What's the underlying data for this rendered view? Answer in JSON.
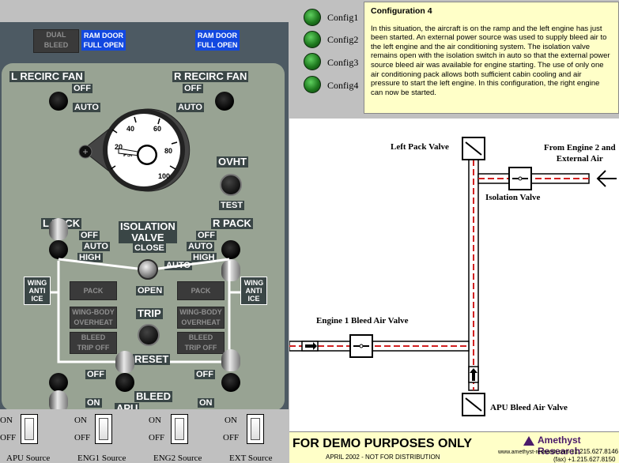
{
  "panel": {
    "dual_bleed": [
      "DUAL",
      "BLEED"
    ],
    "ram_door_left": [
      "RAM DOOR",
      "FULL OPEN"
    ],
    "ram_door_right": [
      "RAM DOOR",
      "FULL OPEN"
    ],
    "l_recirc_fan": "L RECIRC FAN",
    "r_recirc_fan": "R RECIRC FAN",
    "off": "OFF",
    "auto": "AUTO",
    "high": "HIGH",
    "close": "CLOSE",
    "open": "OPEN",
    "ovht": "OVHT",
    "test": "TEST",
    "isolation_valve": [
      "ISOLATION",
      "VALVE"
    ],
    "l_pack": "L PACK",
    "r_pack": "R PACK",
    "wing_anti_ice": [
      "WING",
      "ANTI",
      "ICE"
    ],
    "pack": "PACK",
    "wing_body": [
      "WING-BODY",
      "OVERHEAT"
    ],
    "bleed_trip": [
      "BLEED",
      "TRIP OFF"
    ],
    "trip": "TRIP",
    "reset": "RESET",
    "on": "ON",
    "apu": "APU",
    "bleed": "BLEED",
    "gauge_ticks": [
      "20",
      "40",
      "60",
      "80",
      "100"
    ],
    "gauge_unit": "PSI"
  },
  "configs": [
    {
      "label": "Config1"
    },
    {
      "label": "Config2"
    },
    {
      "label": "Config3"
    },
    {
      "label": "Config4"
    }
  ],
  "description": {
    "title": "Configuration 4",
    "body": "In this situation, the aircraft is on the ramp and the left engine has just been started.  An external power source was used to supply bleed air to the left engine and the air conditioning system. The isolation valve remains open with the isolation switch in auto so that the external power source bleed air was available for engine starting.  The use of only one air conditioning pack allows both sufficient cabin cooling and air pressure to start the left engine.  In this configuration, the right engine can now be started."
  },
  "diagram": {
    "left_pack_valve": "Left Pack Valve",
    "from_engine2": [
      "From Engine 2 and",
      "External Air"
    ],
    "isolation_valve": "Isolation Valve",
    "engine1_bleed": "Engine 1 Bleed Air Valve",
    "apu_bleed": "APU Bleed Air Valve"
  },
  "demo": {
    "headline": "FOR DEMO PURPOSES ONLY",
    "subline": "APRIL 2002 - NOT FOR DISTRIBUTION",
    "company": "Amethyst Research",
    "web": "www.amethyst-research.com",
    "phone": "+1.215.627.8146",
    "fax": "(fax) +1.215.627.8150"
  },
  "sources": [
    {
      "label": "APU Source",
      "on": "ON",
      "off": "OFF"
    },
    {
      "label": "ENG1 Source",
      "on": "ON",
      "off": "OFF"
    },
    {
      "label": "ENG2 Source",
      "on": "ON",
      "off": "OFF"
    },
    {
      "label": "EXT Source",
      "on": "ON",
      "off": "OFF"
    }
  ]
}
